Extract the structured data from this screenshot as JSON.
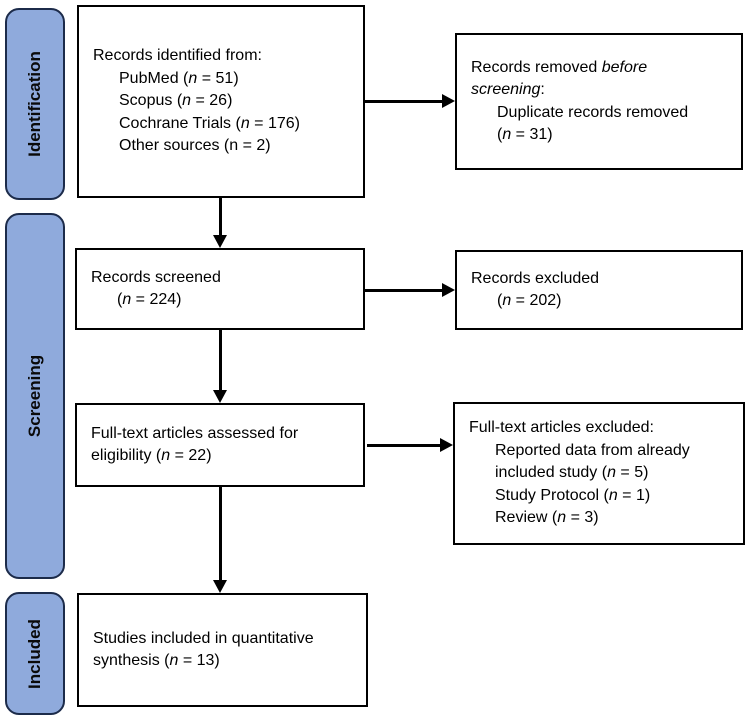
{
  "palette": {
    "stage_fill": "#8FAADC",
    "stage_border": "#1C2B4A",
    "flow_box_border": "#000000",
    "flow_box_fill": "#FFFFFF",
    "arrow_color": "#000000",
    "background": "#FFFFFF",
    "text_color": "#000000"
  },
  "stages": [
    {
      "label": "Identification"
    },
    {
      "label": "Screening"
    },
    {
      "label": "Included"
    }
  ],
  "boxes": {
    "identified": {
      "lines": [
        "Records identified from:",
        "PubMed (*n* = 51)",
        "Scopus (*n* = 26)",
        "Cochrane Trials (*n* = 176)",
        "Other sources (n = 2)"
      ]
    },
    "removed": {
      "lines": [
        "Records removed *before*",
        "*screening*:",
        "Duplicate records removed",
        "(*n* = 31)"
      ]
    },
    "screened": {
      "lines": [
        "Records screened",
        "(*n* = 224)"
      ]
    },
    "excluded": {
      "lines": [
        "Records excluded",
        "(*n* = 202)"
      ]
    },
    "fulltext_assessed": {
      "lines": [
        "Full-text articles assessed for",
        "eligibility (*n* = 22)"
      ]
    },
    "fulltext_excluded": {
      "lines": [
        "Full-text articles excluded:",
        "Reported data from already",
        "included study (*n* = 5)",
        "Study Protocol (*n* = 1)",
        "Review (*n* = 3)"
      ]
    },
    "included": {
      "lines": [
        "Studies included in quantitative",
        "synthesis (*n* = 13)"
      ]
    }
  }
}
